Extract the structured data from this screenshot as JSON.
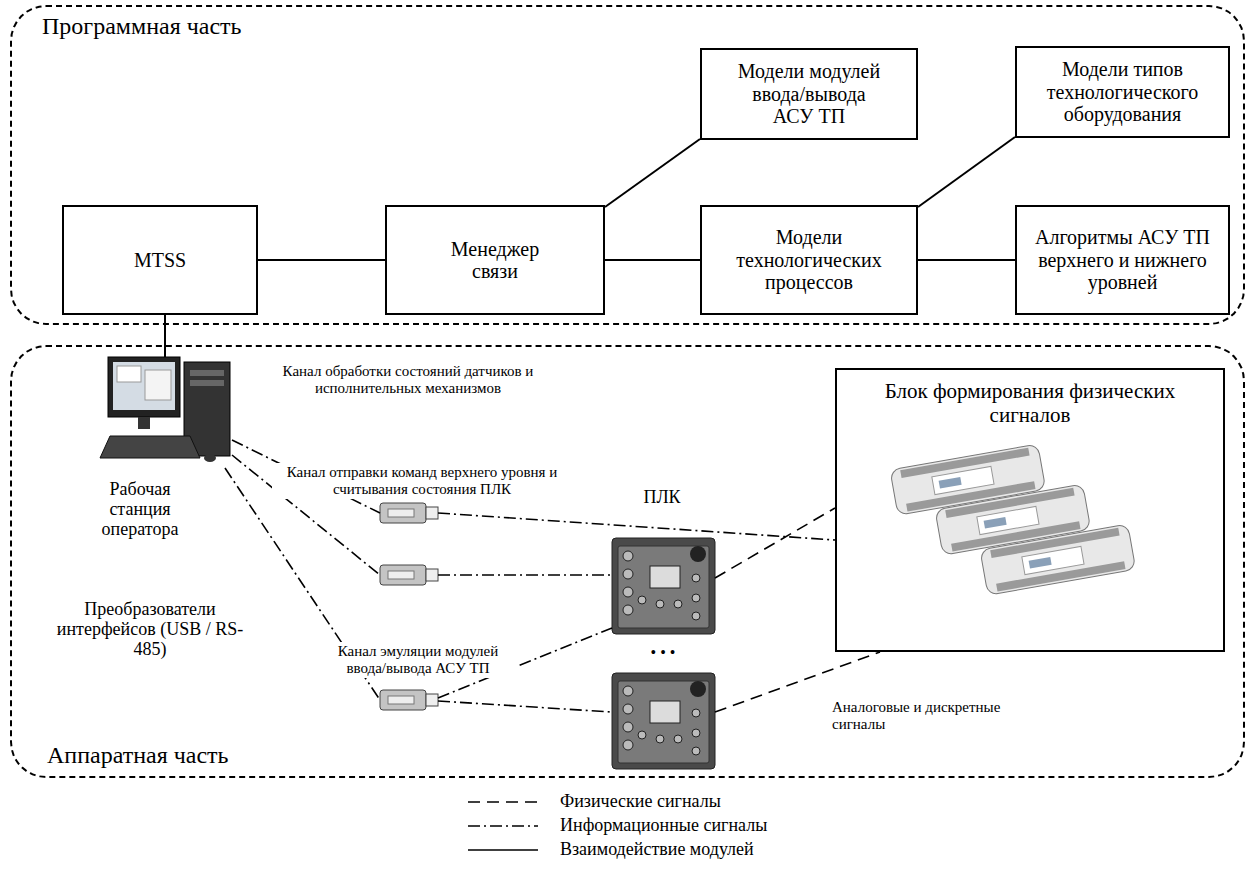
{
  "diagram": {
    "nodes": [
      {
        "text": [
          "Программная часть"
        ]
      },
      {
        "text": [
          "Модели модулей ввода/вывода АСУ ТП"
        ],
        "in": 0
      },
      {
        "text": [
          "Модели типов технологического оборудования"
        ],
        "in": 0
      },
      {
        "text": [
          "MTSS"
        ],
        "in": 0
      },
      {
        "text": [
          "Менеджер связи"
        ],
        "in": 0
      },
      {
        "text": [
          "Модели технологических процессов"
        ],
        "in": 0
      },
      {
        "text": [
          "Алгоритмы АСУ ТП верхнего и нижнего уровней"
        ],
        "in": 0
      },
      {
        "text": [
          "Аппаратная часть"
        ]
      },
      {
        "text": [
          "Блок формирования физических сигналов"
        ],
        "in": 7
      }
    ],
    "edges": [
      {
        "from": 3,
        "to": 4,
        "arrow": "none"
      },
      {
        "from": 4,
        "to": 1,
        "arrow": "none"
      },
      {
        "from": 4,
        "to": 5,
        "arrow": "none"
      },
      {
        "from": 5,
        "to": 2,
        "arrow": "none"
      },
      {
        "from": 5,
        "to": 6,
        "arrow": "none"
      }
    ],
    "labels": [
      "Рабочая станция оператора",
      "Канал обработки состояний датчиков и исполнительных механизмов",
      "Канал отправки команд верхнего уровня и считывания состояния ПЛК",
      "ПЛК",
      "Преобразователи интерфейсов (USB / RS-485)",
      "Канал эмуляции модулей ввода/вывода АСУ ТП",
      "•••",
      "Аналоговые и дискретные сигналы"
    ],
    "legend": [
      {
        "text": "Физические сигналы"
      },
      {
        "text": "Информационные сигналы"
      },
      {
        "text": "Взаимодействие модулей"
      }
    ]
  }
}
